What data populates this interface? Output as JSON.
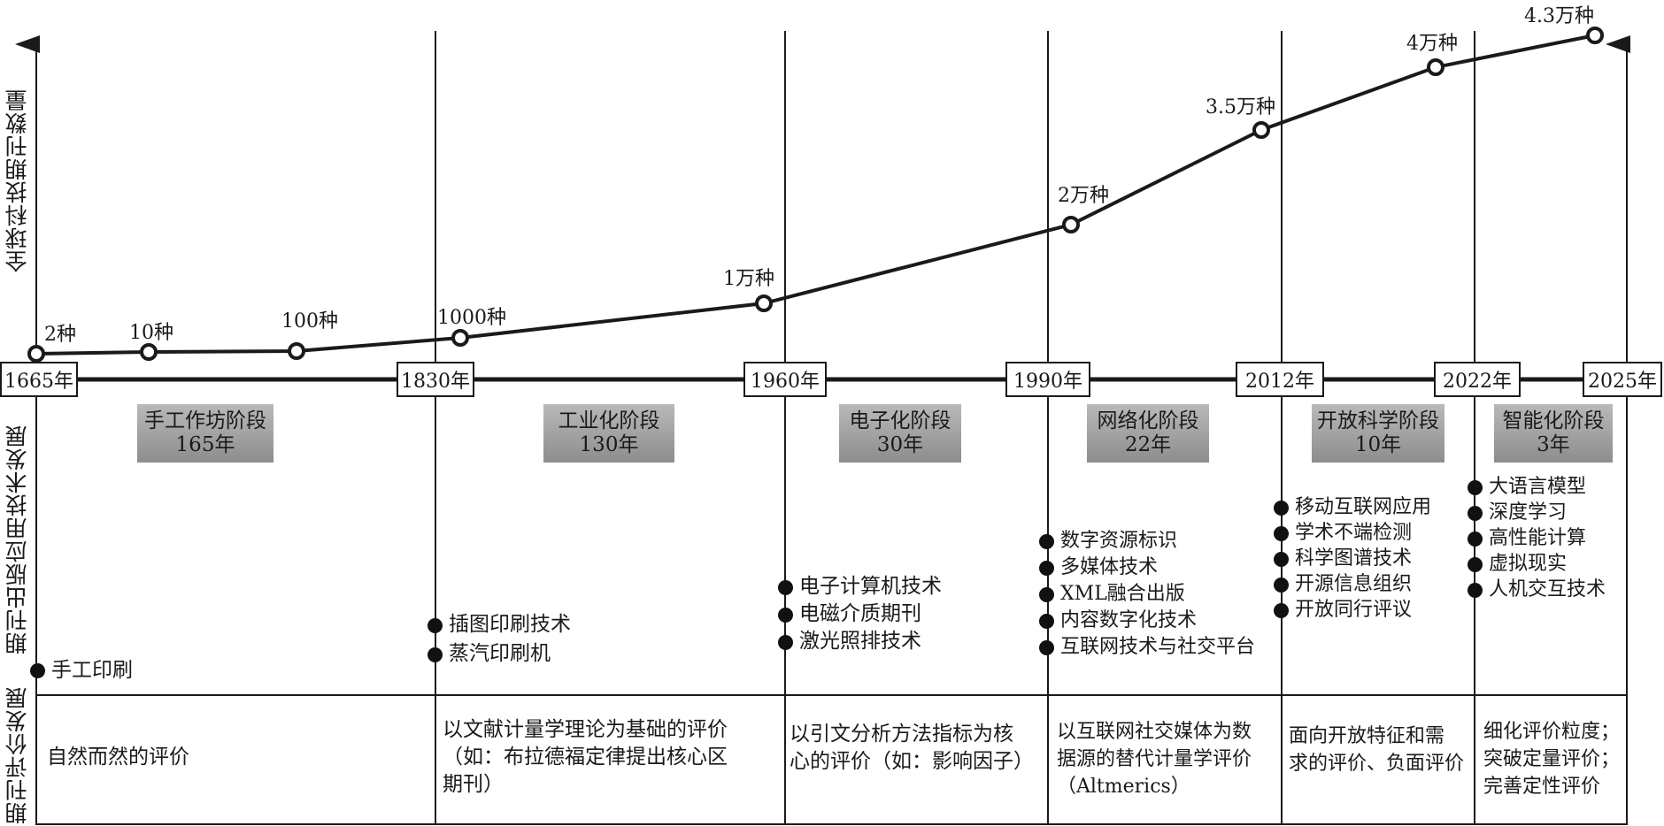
{
  "axes": {
    "y_label": "全球科技期刊数量",
    "tech_label": "期刊出版应用技术发展",
    "eval_label": "期刊评价发展"
  },
  "years": [
    "1665年",
    "1830年",
    "1960年",
    "1990年",
    "2012年",
    "2022年",
    "2025年"
  ],
  "stages": [
    {
      "name": "手工作坊阶段",
      "duration": "165年"
    },
    {
      "name": "工业化阶段",
      "duration": "130年"
    },
    {
      "name": "电子化阶段",
      "duration": "30年"
    },
    {
      "name": "网络化阶段",
      "duration": "22年"
    },
    {
      "name": "开放科学阶段",
      "duration": "10年"
    },
    {
      "name": "智能化阶段",
      "duration": "3年"
    }
  ],
  "chart_data": {
    "type": "line",
    "points": [
      {
        "label": "2种"
      },
      {
        "label": "10种"
      },
      {
        "label": "100种"
      },
      {
        "label": "1000种"
      },
      {
        "label": "1万种"
      },
      {
        "label": "2万种"
      },
      {
        "label": "3.5万种"
      },
      {
        "label": "4万种"
      },
      {
        "label": "4.3万种"
      }
    ]
  },
  "technologies": [
    [
      "手工印刷"
    ],
    [
      "插图印刷技术",
      "蒸汽印刷机"
    ],
    [
      "电子计算机技术",
      "电磁介质期刊",
      "激光照排技术"
    ],
    [
      "数字资源标识",
      "多媒体技术",
      "XML融合出版",
      "内容数字化技术",
      "互联网技术与社交平台"
    ],
    [
      "移动互联网应用",
      "学术不端检测",
      "科学图谱技术",
      "开源信息组织",
      "开放同行评议"
    ],
    [
      "大语言模型",
      "深度学习",
      "高性能计算",
      "虚拟现实",
      "人机交互技术"
    ]
  ],
  "evaluations": [
    [
      "自然而然的评价"
    ],
    [
      "以文献计量学理论为基础的评价",
      "（如：布拉德福定律提出核心区",
      "期刊）"
    ],
    [
      "以引文分析方法指标为核",
      "心的评价（如：影响因子）"
    ],
    [
      "以互联网社交媒体为数",
      "据源的替代计量学评价",
      "（Altmerics）"
    ],
    [
      "面向开放特征和需",
      "求的评价、负面评价"
    ],
    [
      "细化评价粒度；",
      "突破定量评价；",
      "完善定性评价"
    ]
  ]
}
